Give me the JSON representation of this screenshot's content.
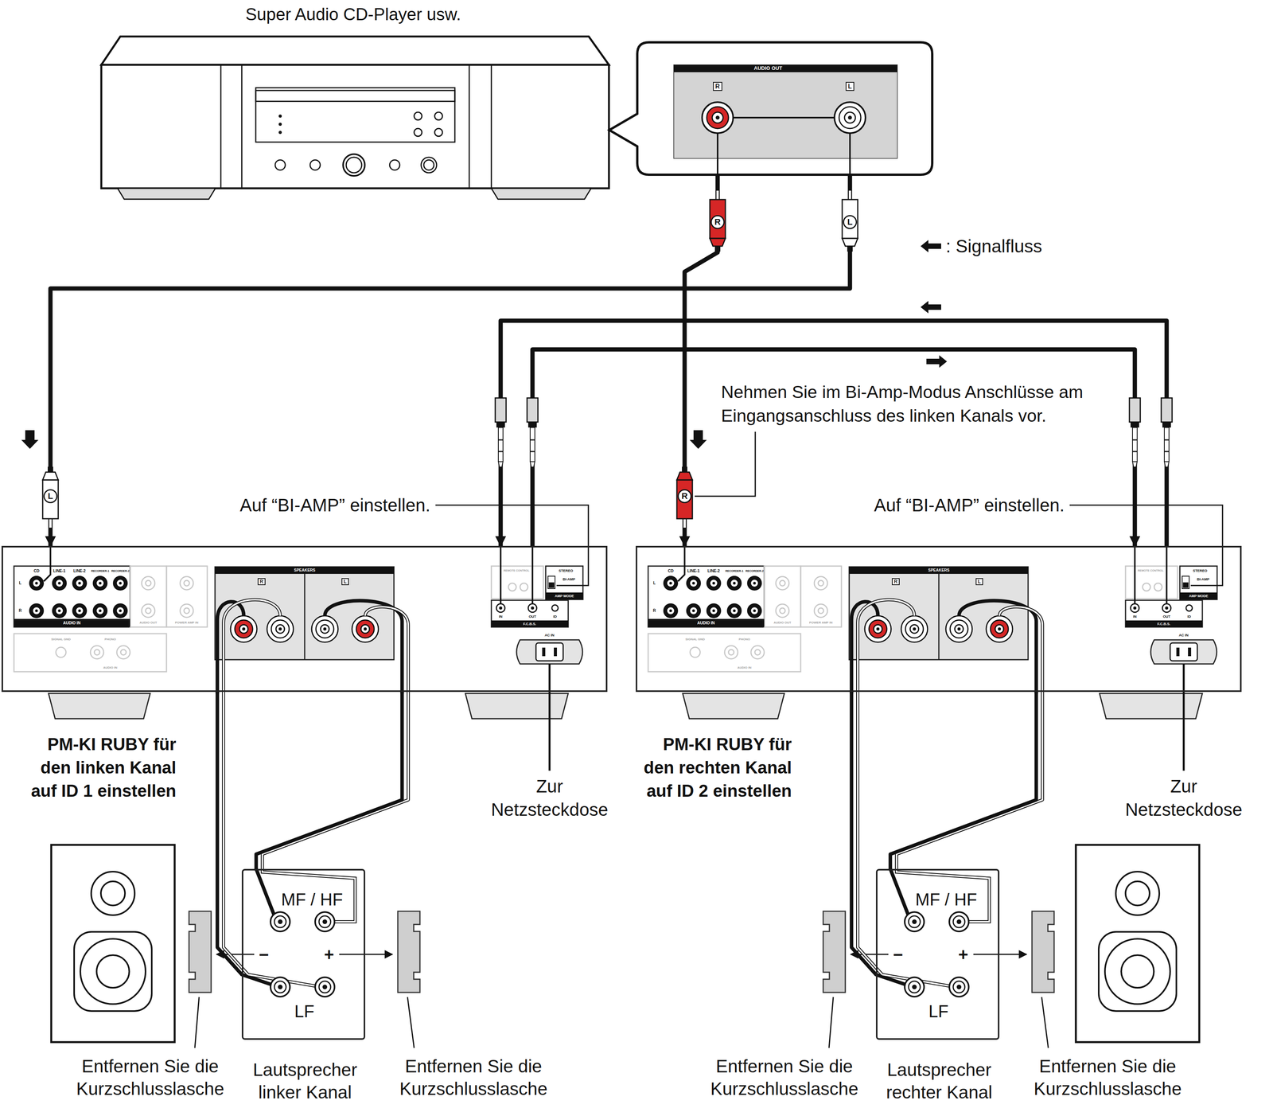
{
  "diagram": {
    "nodes": [
      {
        "text": [
          "Super Audio CD-Player usw."
        ]
      },
      {
        "text": [
          "AUDIO OUT"
        ]
      },
      {
        "text": [
          "PM-KI RUBY für den linken Kanal auf ID 1 einstellen"
        ]
      },
      {
        "text": [
          "PM-KI RUBY für den rechten Kanal auf ID 2 einstellen"
        ]
      },
      {
        "text": [
          "MF / HF",
          "LF",
          "Lautsprecher linker Kanal"
        ]
      },
      {
        "text": [
          "MF / HF",
          "LF",
          "Lautsprecher rechter Kanal"
        ]
      }
    ],
    "edges": [
      {
        "from": 1,
        "to": 2,
        "arrow": "to"
      },
      {
        "from": 1,
        "to": 3,
        "arrow": "to"
      },
      {
        "from": 3,
        "to": 2,
        "arrow": "to"
      },
      {
        "from": 2,
        "to": 3,
        "arrow": "to"
      },
      {
        "from": 2,
        "to": 4,
        "arrow": "none"
      },
      {
        "from": 2,
        "to": 4,
        "arrow": "none"
      },
      {
        "from": 3,
        "to": 5,
        "arrow": "none"
      },
      {
        "from": 3,
        "to": 5,
        "arrow": "none"
      }
    ],
    "labels": [
      "R",
      "L",
      "R",
      "L",
      "L",
      "R",
      "Nehmen Sie im Bi-Amp-Modus Anschlüsse am Eingangsanschluss des linken Kanals vor.",
      "Auf “BI-AMP” einstellen.",
      "Auf “BI-AMP” einstellen.",
      "Zur Netzsteckdose",
      "Zur Netzsteckdose",
      "Entfernen Sie die Kurzschlusslasche",
      "Entfernen Sie die Kurzschlusslasche",
      "Entfernen Sie die Kurzschlusslasche",
      "Entfernen Sie die Kurzschlusslasche",
      "−",
      "+",
      "−",
      "+",
      "CD",
      "LINE-1",
      "LINE-2",
      "RECORDER-1",
      "RECORDER-2",
      "L",
      "R",
      "AUDIO IN",
      "AUDIO OUT",
      "POWER AMP IN",
      "SIGNAL GND",
      "PHONO",
      "AUDIO IN",
      "SPEAKERS",
      "R",
      "L",
      "REMOTE CONTROL",
      "STEREO",
      "BI-AMP",
      "AMP MODE",
      "IN",
      "OUT",
      "ID",
      "F.C.B.S.",
      "AC IN",
      "CD",
      "LINE-1",
      "LINE-2",
      "RECORDER-1",
      "RECORDER-2",
      "L",
      "R",
      "AUDIO IN",
      "AUDIO OUT",
      "POWER AMP IN",
      "SIGNAL GND",
      "PHONO",
      "AUDIO IN",
      "SPEAKERS",
      "R",
      "L",
      "REMOTE CONTROL",
      "STEREO",
      "BI-AMP",
      "AMP MODE",
      "IN",
      "OUT",
      "ID",
      "F.C.B.S.",
      "AC IN"
    ],
    "legend": [
      {
        "text": ": Signalfluss"
      }
    ]
  }
}
